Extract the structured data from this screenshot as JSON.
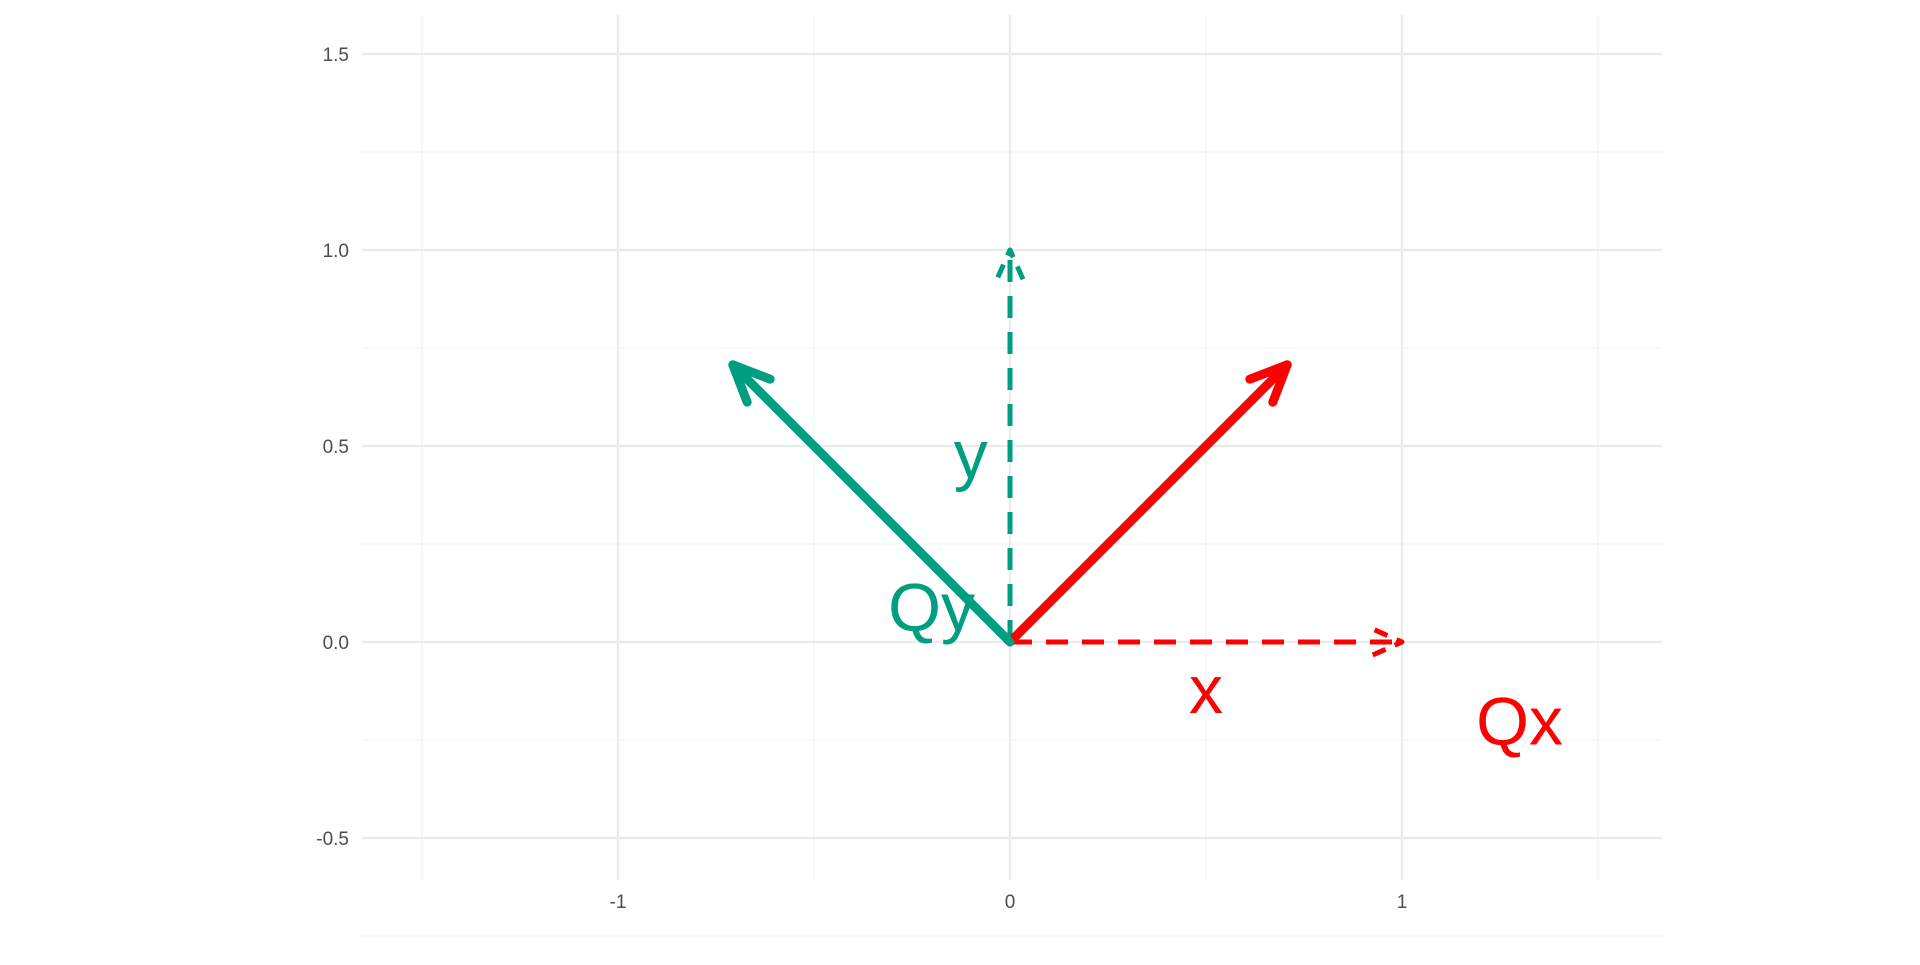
{
  "chart_data": {
    "type": "vector-plot",
    "xlim": [
      -1.5,
      1.5
    ],
    "ylim": [
      -0.5,
      1.5
    ],
    "x_ticks": [
      -1,
      0,
      1
    ],
    "x_tick_labels": [
      "-1",
      "0",
      "1"
    ],
    "y_ticks": [
      -0.5,
      0,
      0.5,
      1,
      1.5
    ],
    "y_tick_labels": [
      "-0.5",
      "0.0",
      "0.5",
      "1.0",
      "1.5"
    ],
    "grid": true,
    "colors": {
      "red": "#ff0000",
      "teal": "#009e80"
    },
    "vectors": [
      {
        "label": "x",
        "from": [
          0,
          0
        ],
        "to": [
          1,
          0
        ],
        "color": "#ff0000",
        "style": "dashed",
        "label_pos": [
          0.5,
          -0.12
        ]
      },
      {
        "label": "y",
        "from": [
          0,
          0
        ],
        "to": [
          0,
          1
        ],
        "color": "#009e80",
        "style": "dashed",
        "label_pos": [
          -0.1,
          0.48
        ]
      },
      {
        "label": "Qx",
        "from": [
          0,
          0
        ],
        "to": [
          0.7071,
          0.7071
        ],
        "color": "#ff0000",
        "style": "solid",
        "label_pos": [
          1.3,
          -0.2
        ]
      },
      {
        "label": "Qy",
        "from": [
          0,
          0
        ],
        "to": [
          -0.7071,
          0.7071
        ],
        "color": "#009e80",
        "style": "solid",
        "label_pos": [
          -0.2,
          0.09
        ]
      }
    ]
  }
}
